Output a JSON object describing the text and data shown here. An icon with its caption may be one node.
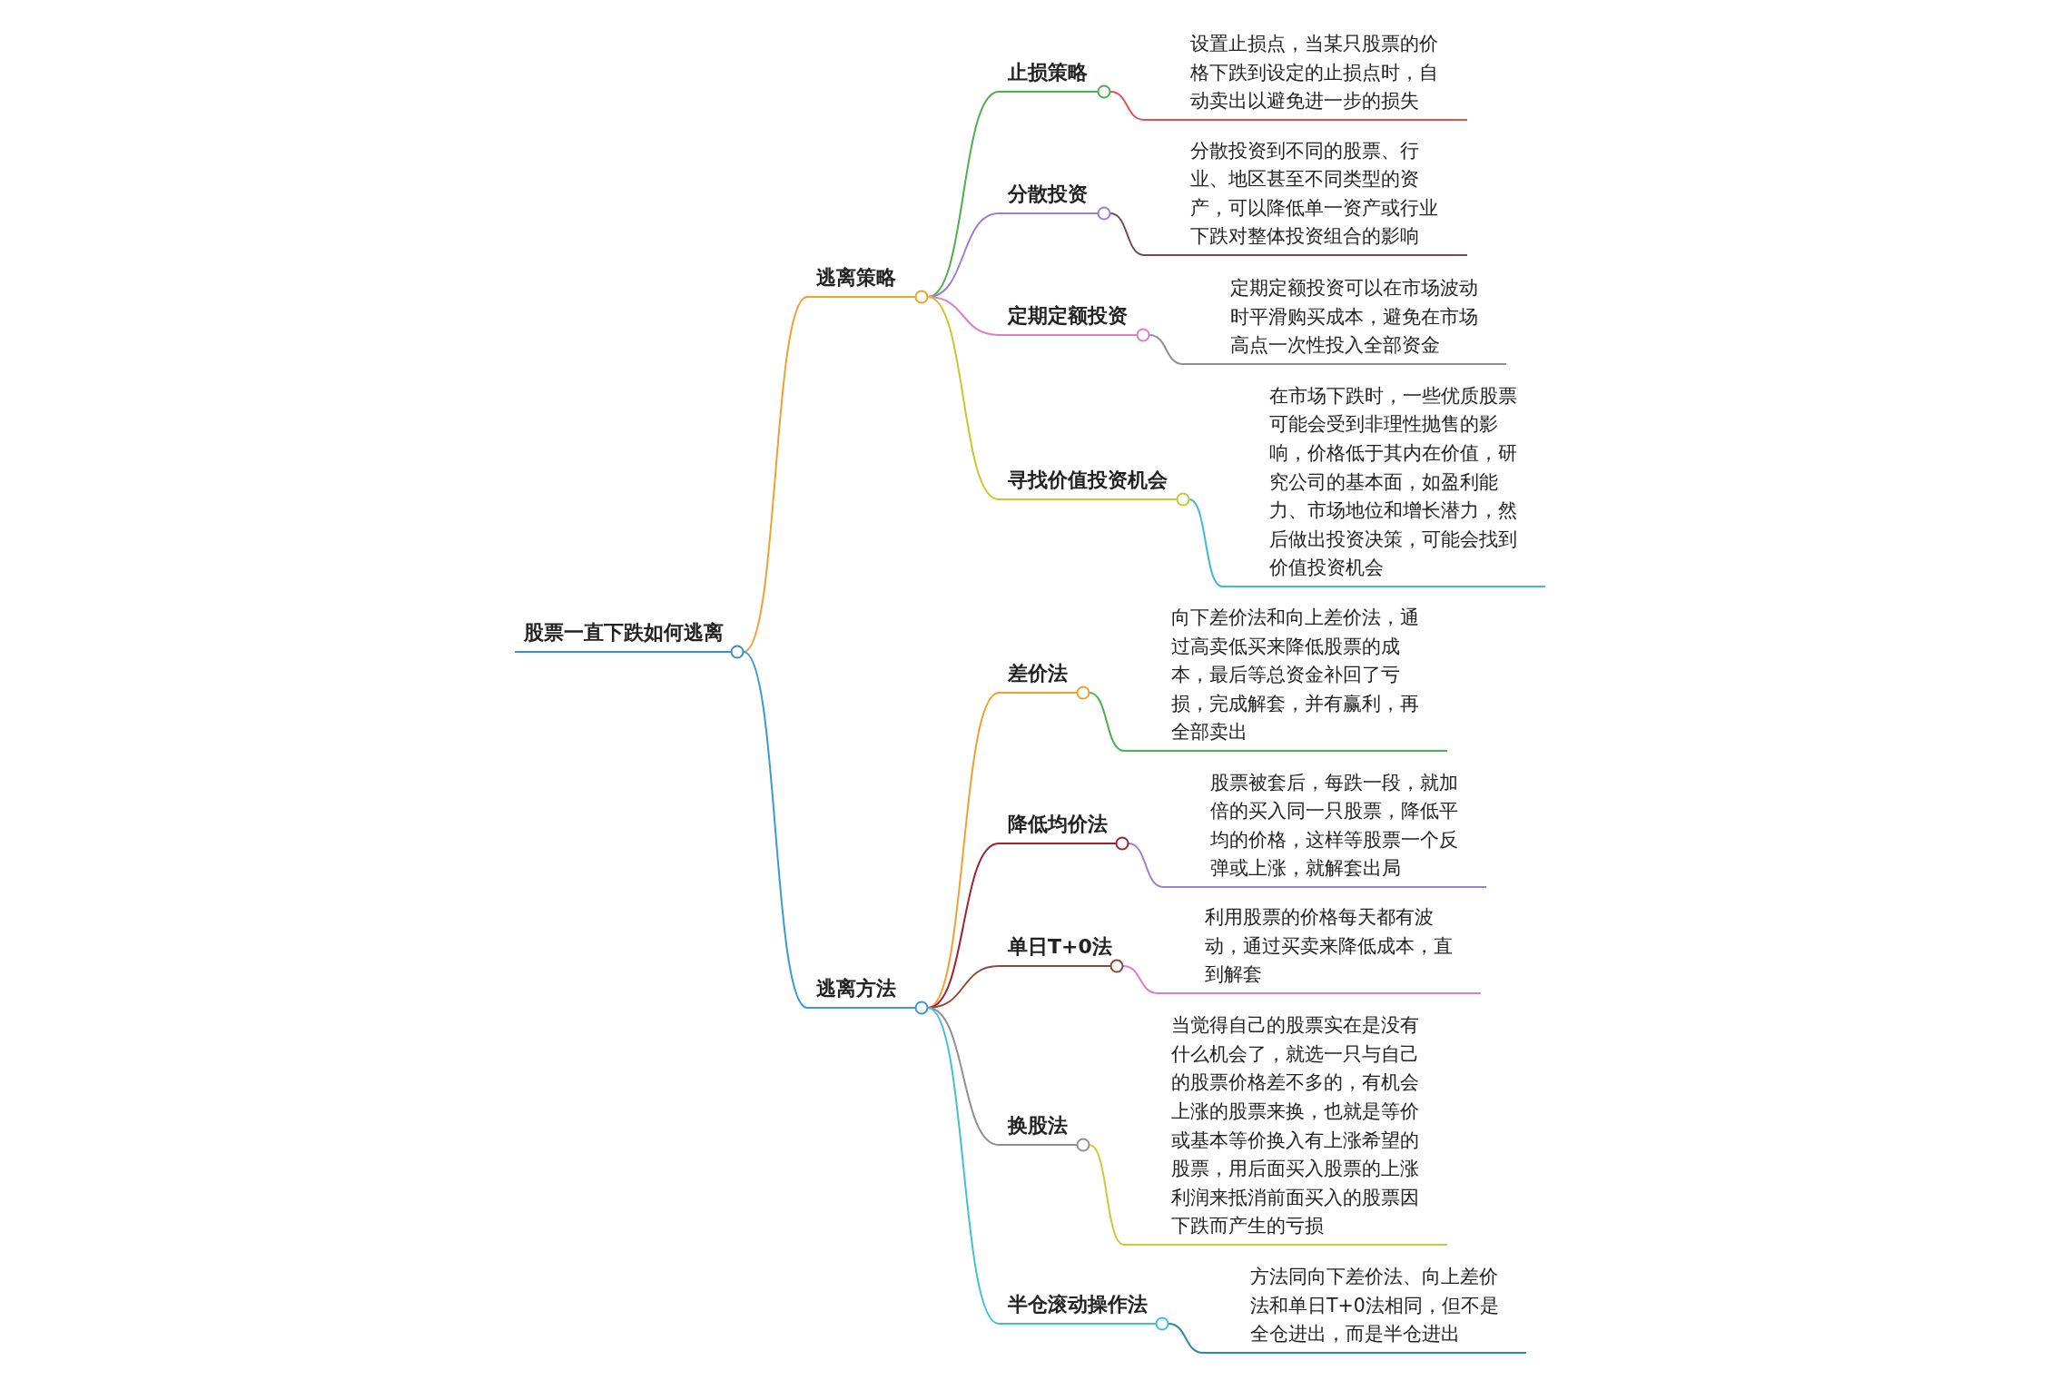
{
  "diagram": {
    "nodes": [
      {
        "text": [
          "股票一直下跌如何逃离"
        ]
      },
      {
        "text": [
          "逃离策略"
        ]
      },
      {
        "text": [
          "止损策略"
        ]
      },
      {
        "text": [
          "设置止损点，当某只股票的价格下跌到设定的止损点时，自动卖出以避免进一步的损失"
        ]
      },
      {
        "text": [
          "分散投资"
        ]
      },
      {
        "text": [
          "分散投资到不同的股票、行业、地区甚至不同类型的资产，可以降低单一资产或行业下跌对整体投资组合的影响"
        ]
      },
      {
        "text": [
          "定期定额投资"
        ]
      },
      {
        "text": [
          "定期定额投资可以在市场波动时平滑购买成本，避免在市场高点一次性投入全部资金"
        ]
      },
      {
        "text": [
          "寻找价值投资机会"
        ]
      },
      {
        "text": [
          "在市场下跌时，一些优质股票可能会受到非理性抛售的影响，价格低于其内在价值，研究公司的基本面，如盈利能力、市场地位和增长潜力，然后做出投资决策，可能会找到价值投资机会"
        ]
      },
      {
        "text": [
          "逃离方法"
        ]
      },
      {
        "text": [
          "差价法"
        ]
      },
      {
        "text": [
          "向下差价法和向上差价法，通过高卖低买来降低股票的成本，最后等总资金补回了亏损，完成解套，并有赢利，再全部卖出"
        ]
      },
      {
        "text": [
          "降低均价法"
        ]
      },
      {
        "text": [
          "股票被套后，每跌一段，就加倍的买入同一只股票，降低平均的价格，这样等股票一个反弹或上涨，就解套出局"
        ]
      },
      {
        "text": [
          "单日T+0法"
        ]
      },
      {
        "text": [
          "利用股票的价格每天都有波动，通过买卖来降低成本，直到解套"
        ]
      },
      {
        "text": [
          "换股法"
        ]
      },
      {
        "text": [
          "当觉得自己的股票实在是没有什么机会了，就选一只与自己的股票价格差不多的，有机会上涨的股票来换，也就是等价或基本等价换入有上涨希望的股票，用后面买入股票的上涨利润来抵消前面买入的股票因下跌而产生的亏损"
        ]
      },
      {
        "text": [
          "半仓滚动操作法"
        ]
      },
      {
        "text": [
          "方法同向下差价法、向上差价法和单日T+0法相同，但不是全仓进出，而是半仓进出"
        ]
      }
    ],
    "edges": [
      {
        "from": 0,
        "to": 1,
        "arrow": "none",
        "color": "#f0a030"
      },
      {
        "from": 1,
        "to": 2,
        "arrow": "none",
        "color": "#4caf50"
      },
      {
        "from": 2,
        "to": 3,
        "arrow": "none",
        "color": "#e05050"
      },
      {
        "from": 1,
        "to": 4,
        "arrow": "none",
        "color": "#9b7fd0"
      },
      {
        "from": 4,
        "to": 5,
        "arrow": "none",
        "color": "#7a4a4a"
      },
      {
        "from": 1,
        "to": 6,
        "arrow": "none",
        "color": "#e07fc0"
      },
      {
        "from": 6,
        "to": 7,
        "arrow": "none",
        "color": "#909090"
      },
      {
        "from": 1,
        "to": 8,
        "arrow": "none",
        "color": "#c8c830"
      },
      {
        "from": 8,
        "to": 9,
        "arrow": "none",
        "color": "#40b8d8"
      },
      {
        "from": 0,
        "to": 10,
        "arrow": "none",
        "color": "#3a9ad8"
      },
      {
        "from": 10,
        "to": 11,
        "arrow": "none",
        "color": "#f0a030"
      },
      {
        "from": 11,
        "to": 12,
        "arrow": "none",
        "color": "#4caf50"
      },
      {
        "from": 10,
        "to": 13,
        "arrow": "none",
        "color": "#a02030"
      },
      {
        "from": 13,
        "to": 14,
        "arrow": "none",
        "color": "#9b7fd0"
      },
      {
        "from": 10,
        "to": 15,
        "arrow": "none",
        "color": "#8a4a3a"
      },
      {
        "from": 15,
        "to": 16,
        "arrow": "none",
        "color": "#e07fc0"
      },
      {
        "from": 10,
        "to": 17,
        "arrow": "none",
        "color": "#909090"
      },
      {
        "from": 17,
        "to": 18,
        "arrow": "none",
        "color": "#d0c840"
      },
      {
        "from": 10,
        "to": 19,
        "arrow": "none",
        "color": "#40c0d8"
      },
      {
        "from": 19,
        "to": 20,
        "arrow": "none",
        "color": "#2a8aa8"
      }
    ]
  }
}
